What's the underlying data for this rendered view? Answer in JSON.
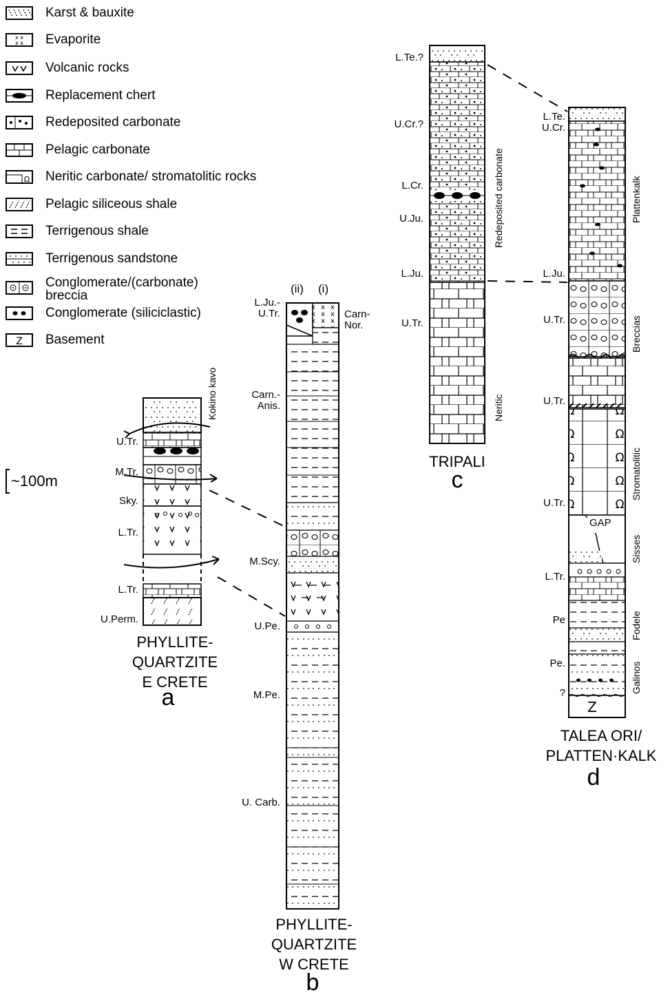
{
  "legend": [
    {
      "pattern": "karst",
      "label": "Karst & bauxite"
    },
    {
      "pattern": "evaporite",
      "label": "Evaporite"
    },
    {
      "pattern": "volcanic",
      "label": "Volcanic rocks"
    },
    {
      "pattern": "chert",
      "label": "Replacement chert"
    },
    {
      "pattern": "redeposited",
      "label": "Redeposited carbonate"
    },
    {
      "pattern": "pelagic",
      "label": "Pelagic carbonate"
    },
    {
      "pattern": "neritic",
      "label": "Neritic carbonate/ stromatolitic rocks"
    },
    {
      "pattern": "siliceous",
      "label": "Pelagic siliceous shale"
    },
    {
      "pattern": "shale",
      "label": "Terrigenous shale"
    },
    {
      "pattern": "sandstone",
      "label": "Terrigenous sandstone"
    },
    {
      "pattern": "breccia",
      "label": "Conglomerate/(carbonate)\nbreccia"
    },
    {
      "pattern": "conglomerate",
      "label": "Conglomerate (siliciclastic)"
    },
    {
      "pattern": "basement",
      "label": "Basement"
    }
  ],
  "scale_bar": {
    "label": "~100m"
  },
  "columns": {
    "a": {
      "title": "PHYLLITE-\nQUARTZITE\nE CRETE",
      "letter": "a",
      "side_label": "Kokino kavo",
      "ages": [
        "U.Tr.",
        "M.Tr.",
        "Sky.",
        "L.Tr.",
        "L.Tr.",
        "U.Perm."
      ]
    },
    "b": {
      "title": "PHYLLITE-\nQUARTZITE\nW CRETE",
      "letter": "b",
      "sub_left": "(ii)",
      "sub_right": "(i)",
      "ages": [
        "L.Ju.-\nU.Tr.",
        "Carn.-\nAnis.",
        "M.Scy.",
        "U.Pe.",
        "M.Pe.",
        "U. Carb."
      ],
      "right_ages": [
        "Carn-\nNor."
      ]
    },
    "c": {
      "title": "TRIPALI",
      "letter": "c",
      "ages": [
        "L.Te.?",
        "U.Cr.?",
        "L.Cr.",
        "U.Ju.",
        "L.Ju.",
        "U.Tr."
      ],
      "units": [
        "Redeposited carbonate",
        "Neritic"
      ]
    },
    "d": {
      "title": "TALEA ORI/\nPLATTEN·KALK",
      "letter": "d",
      "gap_label": "GAP",
      "basement_symbol": "Z",
      "ages": [
        "L.Te.",
        "U.Cr.",
        "L.Ju.",
        "U.Tr.",
        "U.Tr.",
        "U.Tr.",
        "L.Tr.",
        "Pe",
        "Pe.",
        "?"
      ],
      "units": [
        "Plattenkalk",
        "Breccias",
        "Stromatolitic",
        "Sisses",
        "Fodele",
        "Galinos"
      ]
    }
  }
}
